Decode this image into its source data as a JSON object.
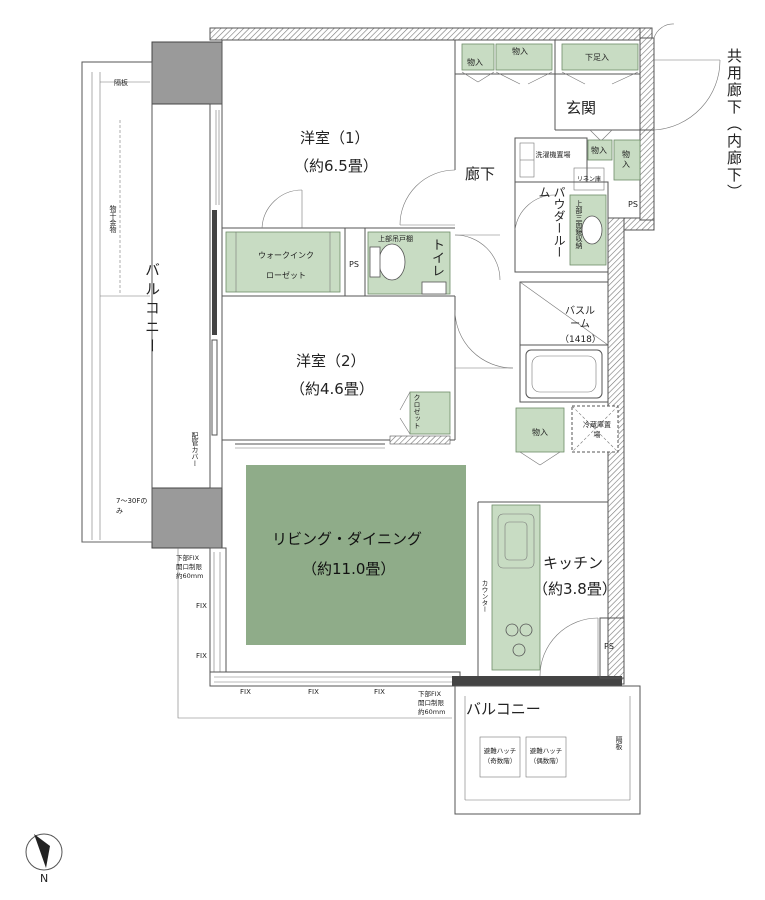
{
  "rooms": {
    "western1_name": "洋室（1）",
    "western1_size": "（約6.5畳）",
    "western2_name": "洋室（2）",
    "western2_size": "（約4.6畳）",
    "living_name": "リビング・ダイニング",
    "living_size": "（約11.0畳）",
    "kitchen_name": "キッチン",
    "kitchen_size": "（約3.8畳）",
    "hallway": "廊下",
    "entrance": "玄関",
    "toilet": "トイレ",
    "powder_room": "パウダールーム",
    "bath_name": "バスルーム",
    "bath_size": "（1418）",
    "balcony_side": "バルコニー",
    "balcony_bottom": "バルコニー",
    "common_corridor": "共用廊下（内廊下）"
  },
  "labels": {
    "walkin_closet": "ウォークインクローゼット",
    "closet": "クロゼット",
    "storage": "物入",
    "shoe_storage": "下足入",
    "ps": "PS",
    "washer": "洗濯機置場",
    "linen": "リネン庫",
    "upper_cabinet": "上部吊戸棚",
    "upper_mirror": "上部三面鏡収納",
    "fridge": "冷蔵庫置場",
    "counter": "カウンター",
    "partition": "隔板",
    "laundry_rack": "物干金物",
    "pipe_bar": "配管カバー",
    "floor_note": "7～30Fのみ",
    "fix": "FIX",
    "lower_fix": "下部FIX",
    "opening_limit": "開口制限",
    "opening_size": "約60mm",
    "hatch_odd": "避難ハッチ（奇数階）",
    "hatch_even": "避難ハッチ（偶数階）",
    "north": "N"
  }
}
